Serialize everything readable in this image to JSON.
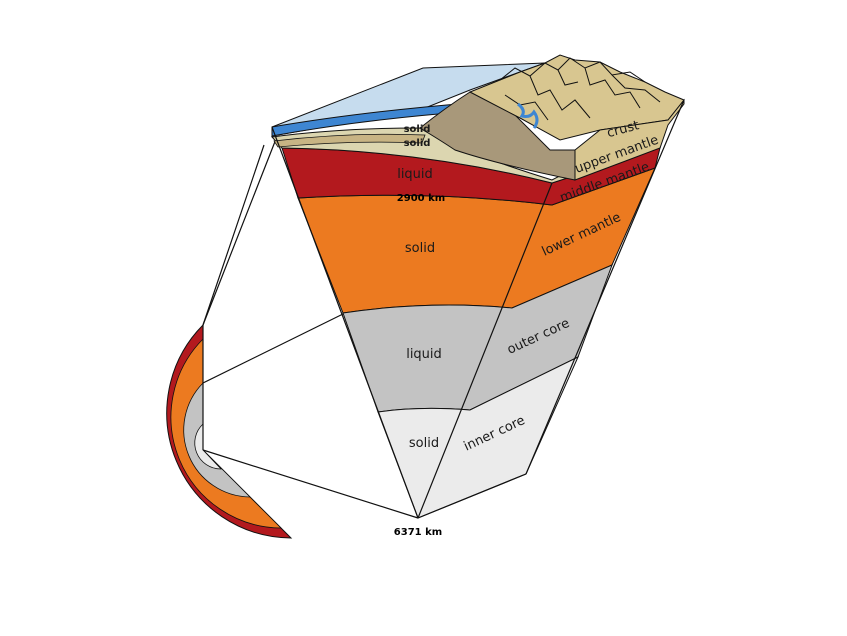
{
  "colors": {
    "crust": "#d8c690",
    "mountains": "#a8987a",
    "ocean": "#3e86d2",
    "sky": "#c6dcee",
    "upper_mantle": "#dcd6b0",
    "middle_mantle": "#b3191e",
    "lower_mantle": "#ec7a20",
    "outer_core": "#c3c3c3",
    "inner_core": "#ebebeb",
    "outline": "#111111"
  },
  "wedge_labels": {
    "solid_top_1": "solid",
    "solid_top_2": "solid",
    "liquid_mantle": "liquid",
    "depth_2900": "2900 km",
    "solid_lower_mantle": "solid",
    "liquid_outer_core": "liquid",
    "solid_inner_core": "solid",
    "depth_center": "6371 km"
  },
  "side_labels": {
    "crust": "crust",
    "upper_mantle": "upper mantle",
    "middle_mantle": "middle mantle",
    "lower_mantle": "lower mantle",
    "outer_core": "outer core",
    "inner_core": "inner core"
  }
}
